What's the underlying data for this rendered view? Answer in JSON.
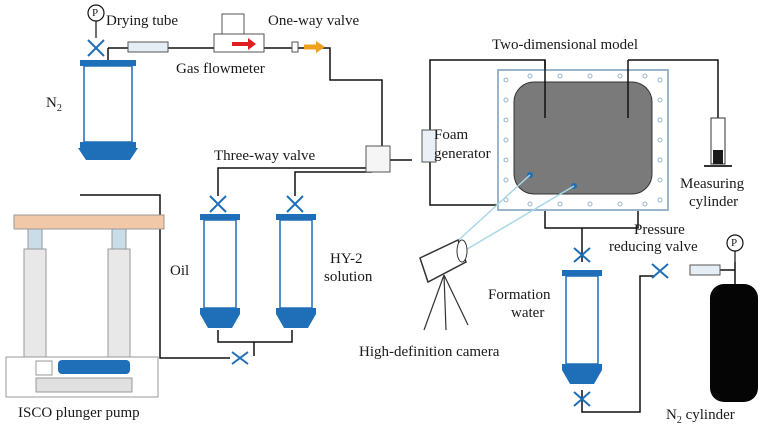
{
  "labels": {
    "drying_tube": "Drying tube",
    "one_way_valve": "One-way valve",
    "gas_flowmeter": "Gas flowmeter",
    "n2_main": "N",
    "n2_sub": "2",
    "two_dimensional_model": "Two-dimensional model",
    "foam_generator_line1": "Foam",
    "foam_generator_line2": "generator",
    "three_way_valve": "Three-way valve",
    "measuring_cylinder_line1": "Measuring",
    "measuring_cylinder_line2": "cylinder",
    "pressure_reducing_line1": "Pressure",
    "pressure_reducing_line2": "reducing valve",
    "oil": "Oil",
    "hy2_line1": "HY-2",
    "hy2_line2": "solution",
    "formation_line1": "Formation",
    "formation_line2": "water",
    "hd_camera": "High-definition camera",
    "isco_pump": "ISCO plunger pump",
    "n2_cylinder_main": "N",
    "n2_cylinder_sub": "2",
    "n2_cylinder_rest": " cylinder",
    "gauge_left": "P",
    "gauge_right": "P"
  },
  "colors": {
    "vessel_blue": "#1f6fb8",
    "model_fill": "#7a7a7a",
    "frame_fill": "#ffffff",
    "pump_top": "#f2c9a8",
    "pump_pillar": "#c9dde8",
    "gas_cylinder": "#050505",
    "arrow_red": "#e02020",
    "arrow_orange": "#f0a020",
    "beam": "#a8d8e8"
  }
}
